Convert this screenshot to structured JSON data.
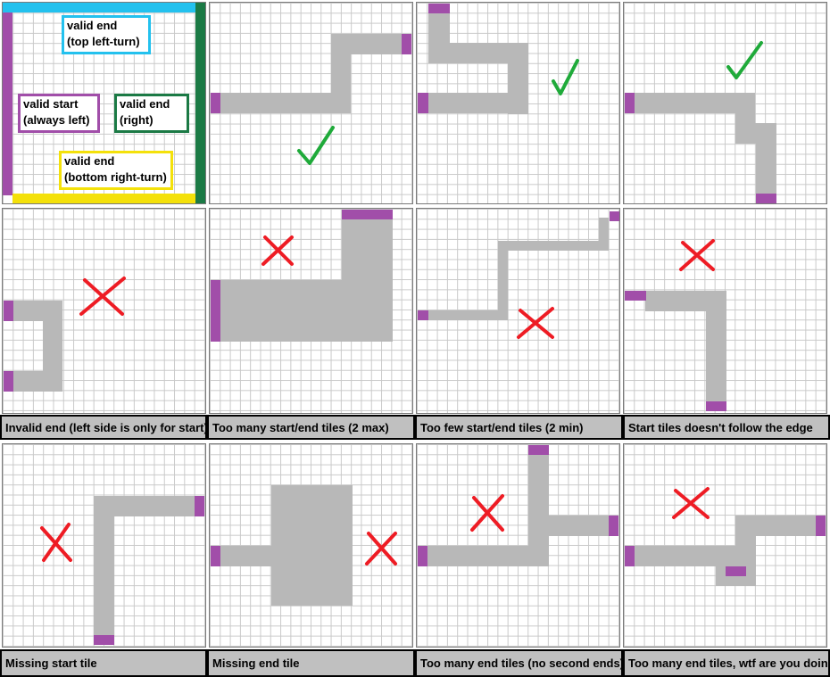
{
  "legend": {
    "top_left": [
      "valid end",
      "(top left-turn)"
    ],
    "left": [
      "valid start",
      "(always left)"
    ],
    "right": [
      "valid end",
      "(right)"
    ],
    "bottom": [
      "valid end",
      "(bottom right-turn)"
    ],
    "colors": {
      "top": "#23c1ee",
      "left": "#a14ea9",
      "right": "#1b7a45",
      "bottom": "#f4e10a"
    }
  },
  "captions": [
    "Invalid end (left side is only for start)",
    "Too many start/end tiles (2 max)",
    "Too few start/end tiles (2 min)",
    "Start tiles doesn't follow the edge",
    "Missing start tile",
    "Missing end tile",
    "Too many end tiles (no second ends)",
    "Too many end tiles, wtf are you doing"
  ],
  "colors": {
    "path": "#b8b8b8",
    "start_end": "#a14ea9",
    "check": "#1faa3a",
    "cross": "#ee1c24"
  }
}
